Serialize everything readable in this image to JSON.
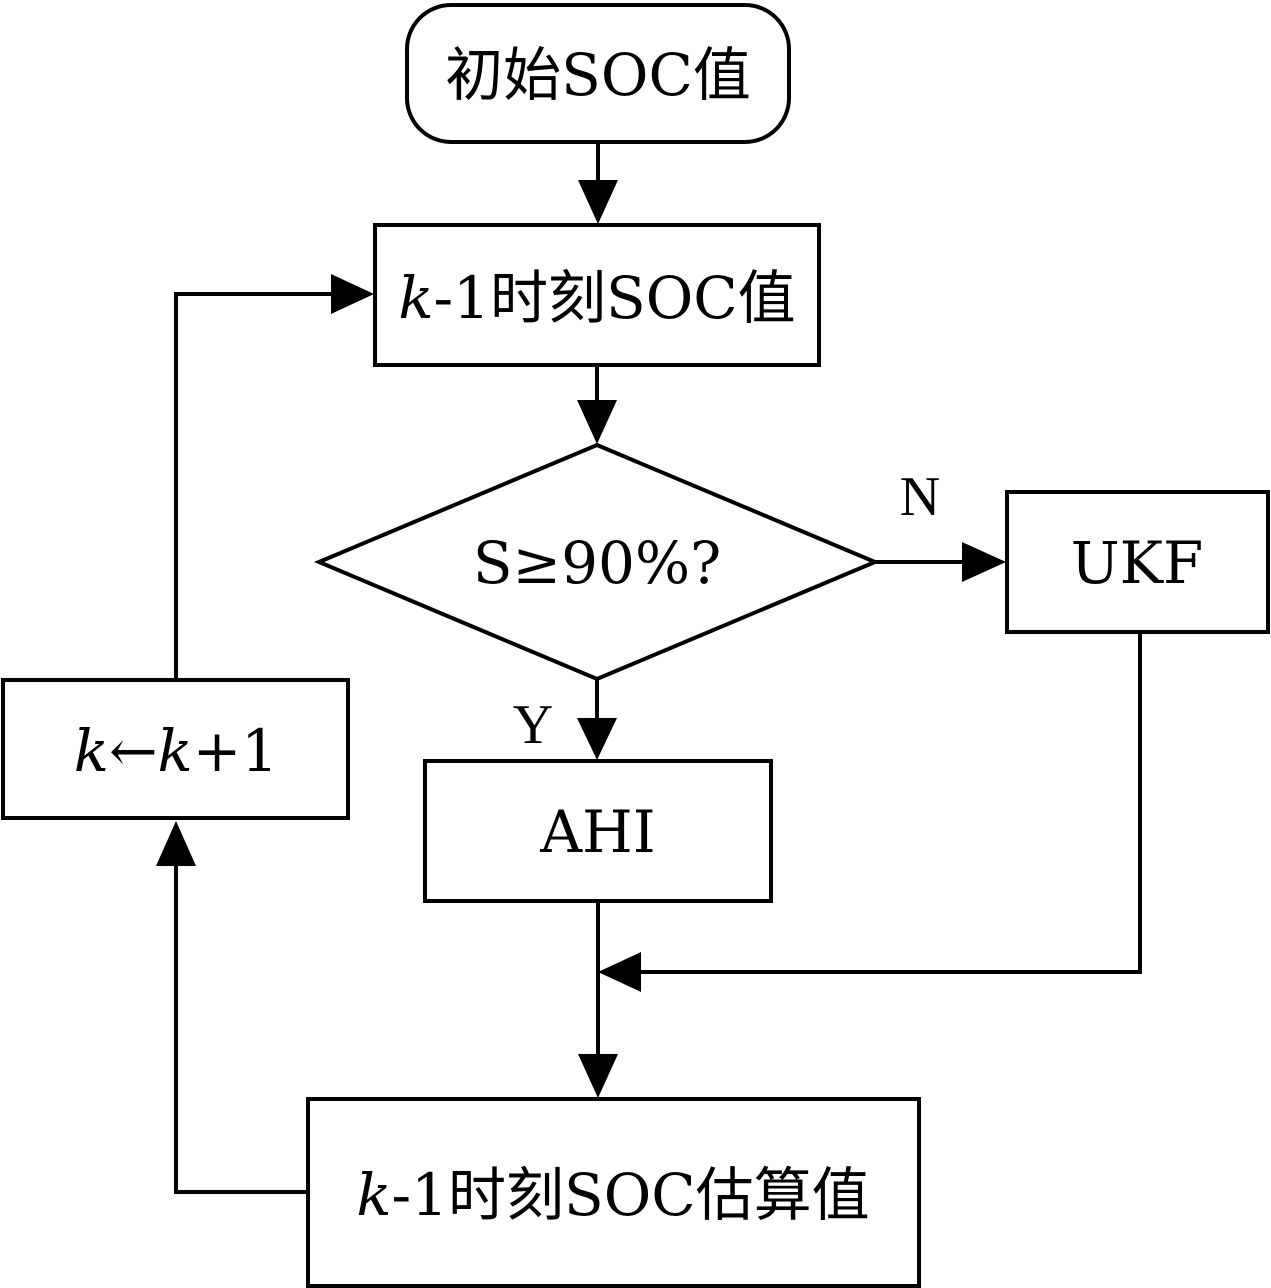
{
  "nodes": {
    "start": {
      "text": "初始SOC值"
    },
    "prev_soc": {
      "var": "k",
      "text": "-1时刻SOC值"
    },
    "decision": {
      "text": "S≥90%?"
    },
    "ukf": {
      "text": "UKF"
    },
    "ahi": {
      "text": "AHI"
    },
    "increment": {
      "var_a": "k",
      "arrow": "←",
      "var_b": "k",
      "suffix": "+1"
    },
    "estimate": {
      "var": "k",
      "text": "-1时刻SOC估算值"
    }
  },
  "edges": {
    "no_label": "N",
    "yes_label": "Y"
  }
}
